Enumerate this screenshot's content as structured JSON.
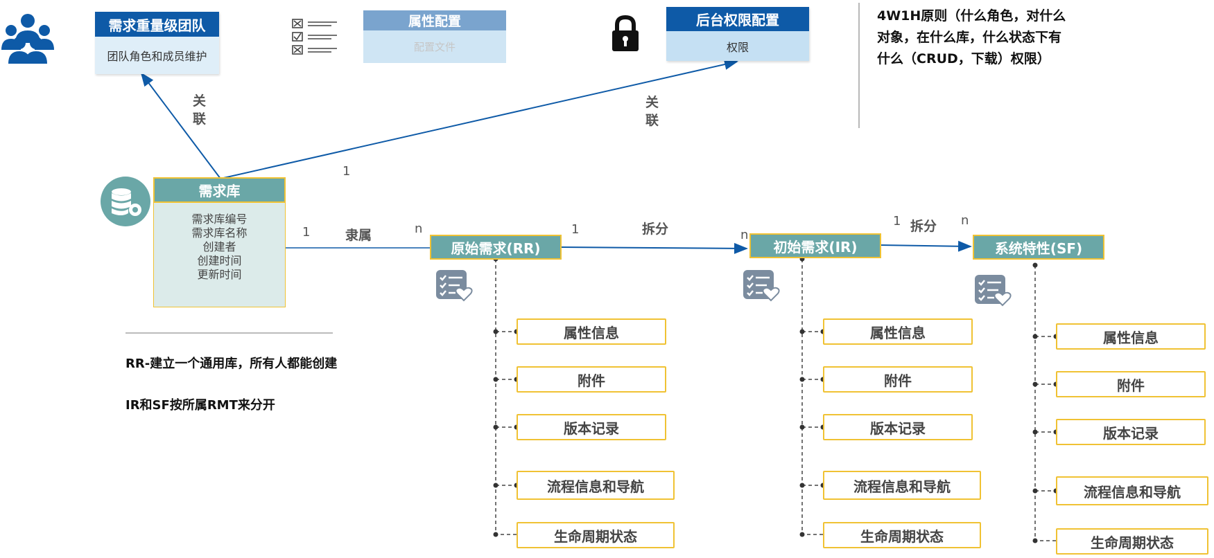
{
  "colors": {
    "blue": "#0e5aa7",
    "teal": "#6aa7a7",
    "gold": "#f0c233",
    "light_teal": "#dcebea",
    "light_blue": "#dfeef8"
  },
  "team_box": {
    "title": "需求重量级团队",
    "body": "团队角色和成员维护"
  },
  "attr_config_box": {
    "title": "属性配置",
    "body": "配置文件"
  },
  "perm_box": {
    "title": "后台权限配置",
    "body": "权限"
  },
  "principle_text": [
    "4W1H原则（什么角色，对什么",
    "对象，在什么库，什么状态下有",
    "什么（CRUD，下载）权限）"
  ],
  "link_labels": {
    "assoc_left": [
      "关",
      "联"
    ],
    "assoc_right": [
      "关",
      "联"
    ]
  },
  "lib_box": {
    "title": "需求库",
    "fields": [
      "需求库编号",
      "需求库名称",
      "创建者",
      "创建时间",
      "更新时间"
    ]
  },
  "multiplicity": {
    "lib_to_perm": "1",
    "lib_side": "1",
    "rr_side_n": "n",
    "rr_side_1": "1",
    "ir_side_n": "n",
    "ir_side_1": "1",
    "sf_side_n": "n"
  },
  "relation_labels": {
    "belongs": "隶属",
    "split_1": "拆分",
    "split_2": "拆分"
  },
  "rr": {
    "title": "原始需求(RR)",
    "children": [
      "属性信息",
      "附件",
      "版本记录",
      "流程信息和导航",
      "生命周期状态"
    ]
  },
  "ir": {
    "title": "初始需求(IR)",
    "children": [
      "属性信息",
      "附件",
      "版本记录",
      "流程信息和导航",
      "生命周期状态"
    ]
  },
  "sf": {
    "title": "系统特性(SF)",
    "children": [
      "属性信息",
      "附件",
      "版本记录",
      "流程信息和导航",
      "生命周期状态"
    ]
  },
  "notes": [
    "RR-建立一个通用库，所有人都能创建",
    "IR和SF按所属RMT来分开"
  ],
  "icons": [
    "team-icon",
    "checklist-icon",
    "lock-icon",
    "database-gear-icon",
    "task-heart-icon"
  ]
}
